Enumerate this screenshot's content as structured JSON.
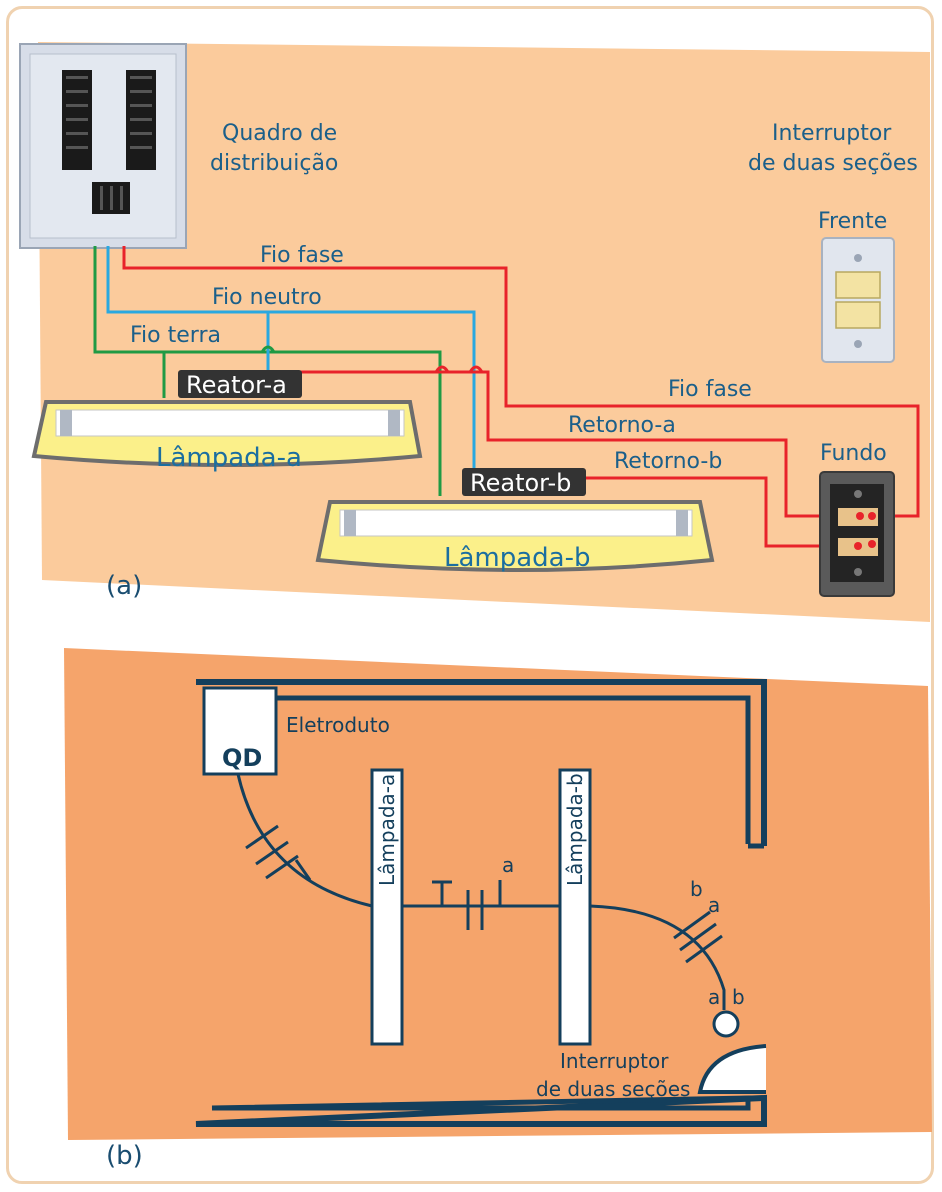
{
  "panel_a": {
    "tag": "(a)",
    "distribution_board": "Quadro de\ndistribuição",
    "db_line1": "Quadro de",
    "db_line2": "distribuição",
    "switch_title_line1": "Interruptor",
    "switch_title_line2": "de duas seções",
    "front_label": "Frente",
    "back_label": "Fundo",
    "wire_phase": "Fio fase",
    "wire_neutral": "Fio neutro",
    "wire_ground": "Fio terra",
    "wire_phase_2": "Fio fase",
    "return_a": "Retorno-a",
    "return_b": "Retorno-b",
    "ballast_a": "Reator-a",
    "ballast_b": "Reator-b",
    "lamp_a": "Lâmpada-a",
    "lamp_b": "Lâmpada-b"
  },
  "panel_b": {
    "tag": "(b)",
    "qd": "QD",
    "conduit": "Eletroduto",
    "lamp_a": "Lâmpada-a",
    "lamp_b": "Lâmpada-b",
    "mark_a1": "a",
    "mark_b": "b",
    "mark_a2": "a",
    "mark_a3": "a",
    "mark_b2": "b",
    "switch_line1": "Interruptor",
    "switch_line2": "de duas seções"
  },
  "colors": {
    "wall_a": "#fbcb9c",
    "wall_b": "#f5a46b",
    "phase": "#e8232a",
    "neutral": "#29a8e0",
    "ground": "#1f9a44",
    "plan_line": "#143f5c"
  }
}
